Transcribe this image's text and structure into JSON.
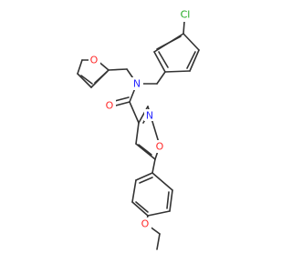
{
  "molecule": {
    "colors": {
      "bond": "#333333",
      "O": "#ff2a2a",
      "N": "#2a2aff",
      "Cl": "#1fa81f"
    },
    "labels": {
      "cl": "Cl",
      "n_amide": "N",
      "o_carbonyl": "O",
      "n_isoxazole": "N",
      "o_isoxazole": "O",
      "o_furan": "O",
      "o_ether": "O"
    }
  }
}
